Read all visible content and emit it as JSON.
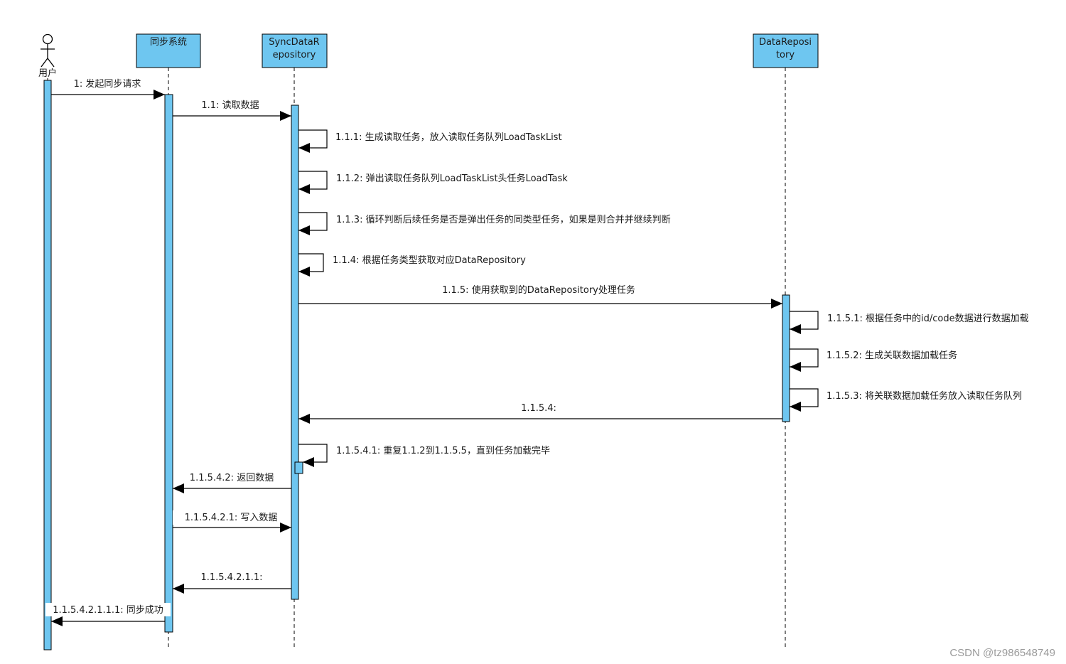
{
  "actor": {
    "label": "用户"
  },
  "participants": [
    {
      "id": "sync",
      "label_lines": [
        "同步系统"
      ]
    },
    {
      "id": "repo",
      "label_lines": [
        "SyncDataR",
        "epository"
      ]
    },
    {
      "id": "data",
      "label_lines": [
        "DataReposi",
        "tory"
      ]
    }
  ],
  "messages": [
    {
      "id": "m1",
      "text": "1: 发起同步请求"
    },
    {
      "id": "m11",
      "text": "1.1: 读取数据"
    },
    {
      "id": "m111",
      "text": "1.1.1: 生成读取任务，放入读取任务队列LoadTaskList"
    },
    {
      "id": "m112",
      "text": "1.1.2: 弹出读取任务队列LoadTaskList头任务LoadTask"
    },
    {
      "id": "m113",
      "text": "1.1.3: 循环判断后续任务是否是弹出任务的同类型任务，如果是则合并并继续判断"
    },
    {
      "id": "m114",
      "text": "1.1.4: 根据任务类型获取对应DataRepository"
    },
    {
      "id": "m115",
      "text": "1.1.5: 使用获取到的DataRepository处理任务"
    },
    {
      "id": "m1151",
      "text": "1.1.5.1: 根据任务中的id/code数据进行数据加载"
    },
    {
      "id": "m1152",
      "text": "1.1.5.2: 生成关联数据加载任务"
    },
    {
      "id": "m1153",
      "text": "1.1.5.3: 将关联数据加载任务放入读取任务队列"
    },
    {
      "id": "m1154",
      "text": "1.1.5.4:"
    },
    {
      "id": "m11541",
      "text": "1.1.5.4.1: 重复1.1.2到1.1.5.5，直到任务加载完毕"
    },
    {
      "id": "m11542",
      "text": "1.1.5.4.2: 返回数据"
    },
    {
      "id": "m115421",
      "text": "1.1.5.4.2.1: 写入数据"
    },
    {
      "id": "m1154211",
      "text": "1.1.5.4.2.1.1:"
    },
    {
      "id": "m11542111",
      "text": "1.1.5.4.2.1.1.1: 同步成功"
    }
  ],
  "colors": {
    "activation": "#6ec6f0",
    "header": "#6ec6f0",
    "line": "#000000"
  },
  "watermark": "CSDN @tz986548749"
}
